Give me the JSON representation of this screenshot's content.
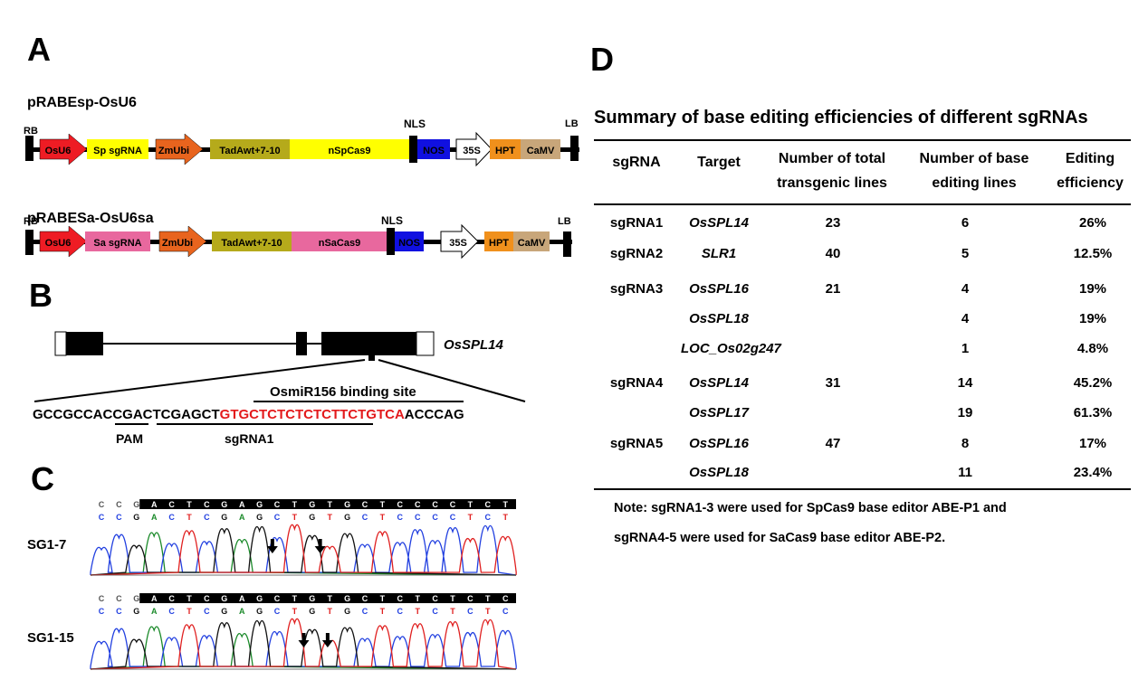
{
  "panels": {
    "a": "A",
    "b": "B",
    "c": "C",
    "d": "D"
  },
  "constructs": [
    {
      "name": "pRABEsp-OsU6",
      "rb": "RB",
      "lb": "LB",
      "nls": "NLS",
      "elements": {
        "promoter": "OsU6",
        "sgrna": "Sp sgRNA",
        "ubi": "ZmUbi",
        "tad": "TadAwt+7-10",
        "cas": "nSpCas9",
        "nos": "NOS",
        "s35": "35S",
        "hpt": "HPT",
        "camv": "CaMV"
      }
    },
    {
      "name": "pRABESa-OsU6sa",
      "rb": "RB",
      "lb": "LB",
      "nls": "NLS",
      "elements": {
        "promoter": "OsU6",
        "sgrna": "Sa sgRNA",
        "ubi": "ZmUbi",
        "tad": "TadAwt+7-10",
        "cas": "nSaCas9",
        "nos": "NOS",
        "s35": "35S",
        "hpt": "HPT",
        "camv": "CaMV"
      }
    }
  ],
  "gene": {
    "name": "OsSPL14",
    "binding_site_label": "OsmiR156 binding site",
    "seq_black_1": "GCCGCCACCGACTCGAGCT",
    "seq_red": "GTGCTCTCTCTCTTCTGTCA",
    "seq_black_2": "ACCCAG",
    "pam_label": "PAM",
    "sgrna_label": "sgRNA1"
  },
  "chromatograms": [
    {
      "sample": "SG1-7",
      "ref_plain": [
        "C",
        "C",
        "G"
      ],
      "ref_box": [
        "A",
        "C",
        "T",
        "C",
        "G",
        "A",
        "G",
        "C",
        "T",
        "G",
        "T",
        "G",
        "C",
        "T",
        "C",
        "C",
        "C",
        "C",
        "T",
        "C",
        "T"
      ],
      "called": [
        "C",
        "C",
        "G",
        "A",
        "C",
        "T",
        "C",
        "G",
        "A",
        "G",
        "C",
        "T",
        "G",
        "T",
        "G",
        "C",
        "T",
        "C",
        "C",
        "C",
        "C",
        "T",
        "C",
        "T"
      ]
    },
    {
      "sample": "SG1-15",
      "ref_plain": [
        "C",
        "C",
        "G"
      ],
      "ref_box": [
        "A",
        "C",
        "T",
        "C",
        "G",
        "A",
        "G",
        "C",
        "T",
        "G",
        "T",
        "G",
        "C",
        "T",
        "C",
        "T",
        "C",
        "T",
        "C",
        "T",
        "C"
      ],
      "called": [
        "C",
        "C",
        "G",
        "A",
        "C",
        "T",
        "C",
        "G",
        "A",
        "G",
        "C",
        "T",
        "G",
        "T",
        "G",
        "C",
        "T",
        "C",
        "T",
        "C",
        "T",
        "C",
        "T",
        "C"
      ]
    }
  ],
  "colors": {
    "promoter": "#ee1c24",
    "sgrna_sp": "#ffff00",
    "sgrna_sa": "#e8689e",
    "ubi": "#e8641e",
    "tad": "#b5aa1b",
    "nos": "#1010e0",
    "hpt": "#f0901c",
    "camv": "#c8a67a",
    "seq_red": "#e31a1c",
    "trace_a": "#1b8a2a",
    "trace_c": "#2240e0",
    "trace_g": "#111111",
    "trace_t": "#e02020"
  },
  "table": {
    "title": "Summary of base editing efficiencies of different sgRNAs",
    "headers": [
      [
        "sgRNA"
      ],
      [
        "Target"
      ],
      [
        "Number of total",
        "transgenic lines"
      ],
      [
        "Number of base",
        "editing lines"
      ],
      [
        "Editing",
        "efficiency"
      ]
    ],
    "rows": [
      {
        "sgrna": "sgRNA1",
        "target": "OsSPL14",
        "total": "23",
        "edited": "6",
        "efficiency": "26%"
      },
      {
        "sgrna": "sgRNA2",
        "target": "SLR1",
        "total": "40",
        "edited": "5",
        "efficiency": "12.5%"
      },
      {
        "sgrna": "sgRNA3",
        "target": "OsSPL16",
        "total": "21",
        "edited": "4",
        "efficiency": "19%"
      },
      {
        "sgrna": "",
        "target": "OsSPL18",
        "total": "",
        "edited": "4",
        "efficiency": "19%"
      },
      {
        "sgrna": "",
        "target": "LOC_Os02g247",
        "total": "",
        "edited": "1",
        "efficiency": "4.8%"
      },
      {
        "sgrna": "sgRNA4",
        "target": "OsSPL14",
        "total": "31",
        "edited": "14",
        "efficiency": "45.2%"
      },
      {
        "sgrna": "",
        "target": "OsSPL17",
        "total": "",
        "edited": "19",
        "efficiency": "61.3%"
      },
      {
        "sgrna": "sgRNA5",
        "target": "OsSPL16",
        "total": "47",
        "edited": "8",
        "efficiency": "17%"
      },
      {
        "sgrna": "",
        "target": "OsSPL18",
        "total": "",
        "edited": "11",
        "efficiency": "23.4%"
      }
    ],
    "note": [
      "Note: sgRNA1-3 were used for SpCas9 base editor ABE-P1 and",
      "sgRNA4-5 were used for SaCas9 base editor ABE-P2."
    ]
  }
}
